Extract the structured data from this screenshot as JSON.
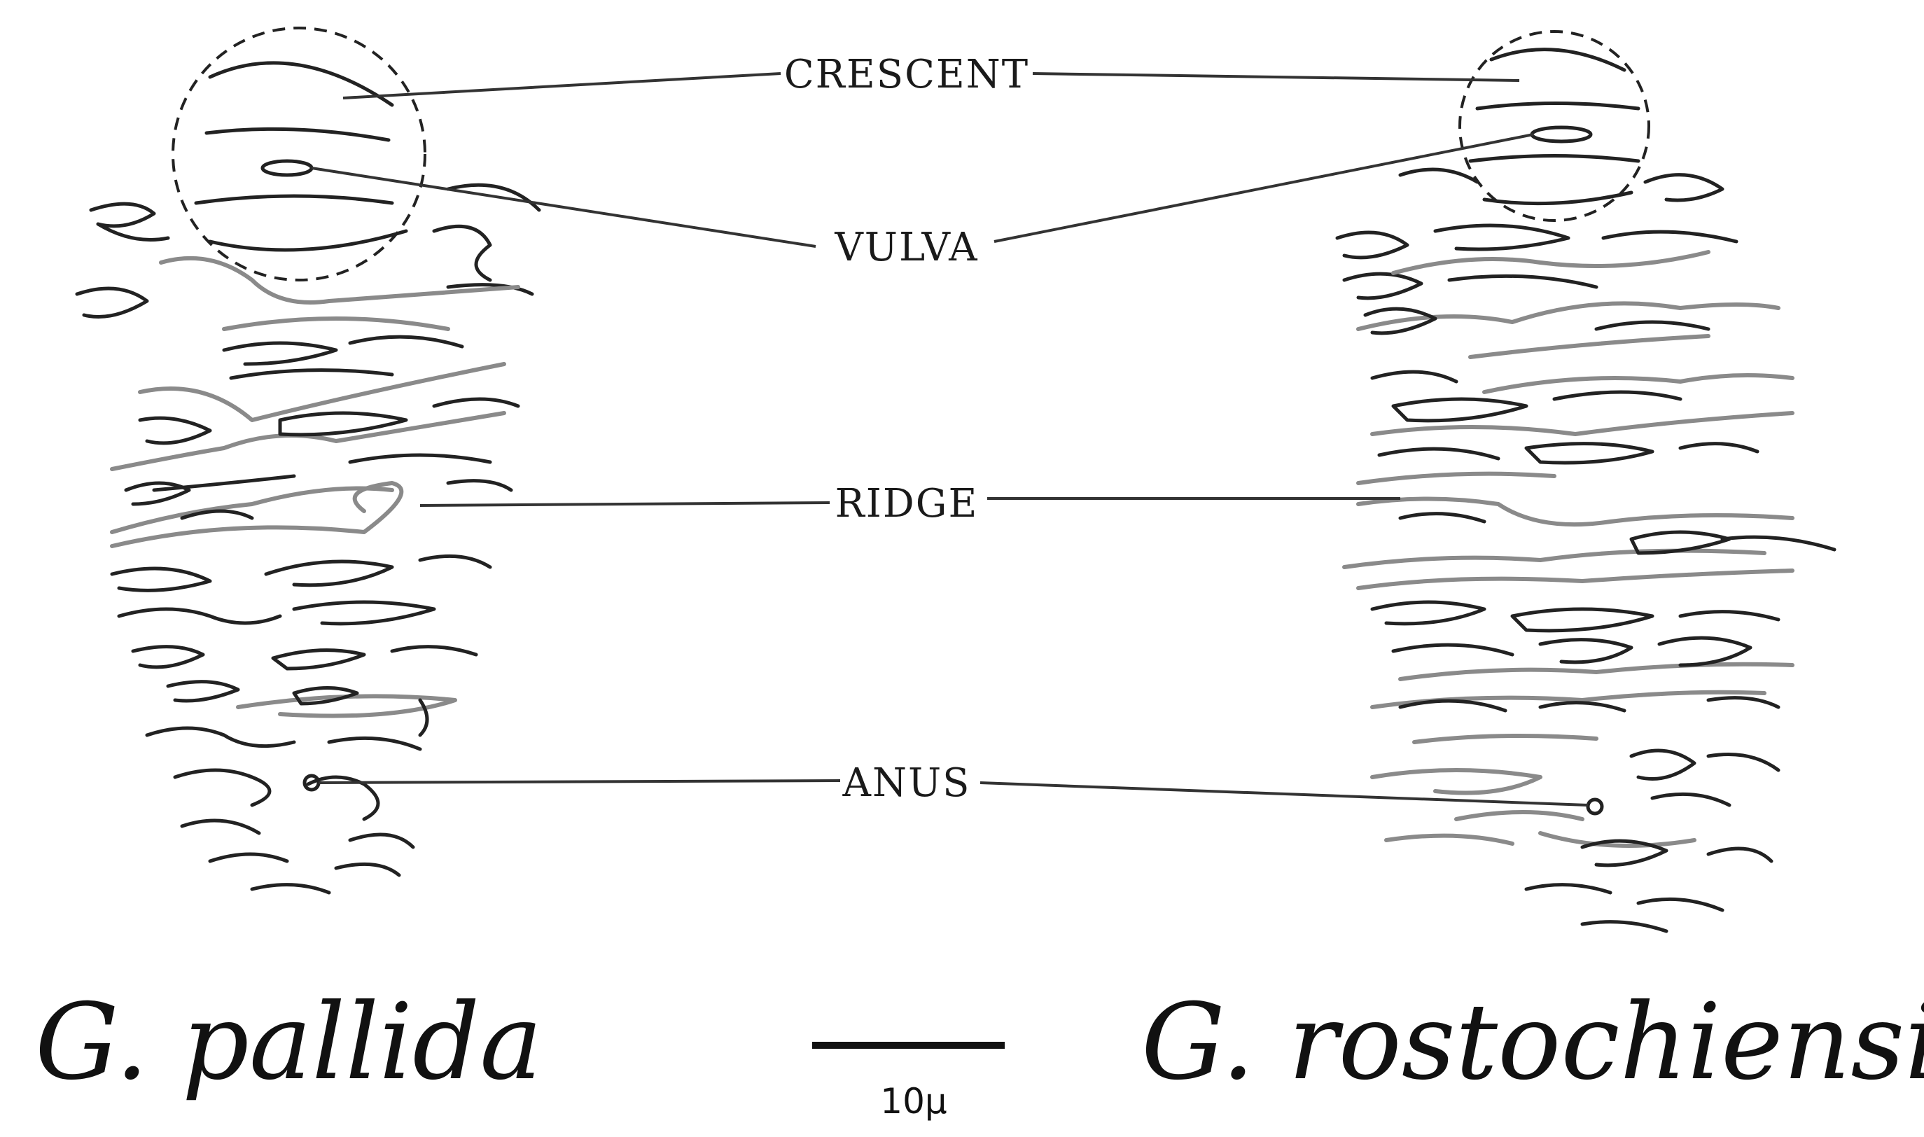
{
  "labels": {
    "crescent": "CRESCENT",
    "vulva": "VULVA",
    "ridge": "RIDGE",
    "anus": "ANUS"
  },
  "species": {
    "left": "G. pallida",
    "right": "G. rostochiensis"
  },
  "scale_bar": {
    "label": "10µ"
  },
  "colors": {
    "dark_striae": "#222222",
    "ridge_striae": "#8a8a8a",
    "background": "#ffffff"
  }
}
